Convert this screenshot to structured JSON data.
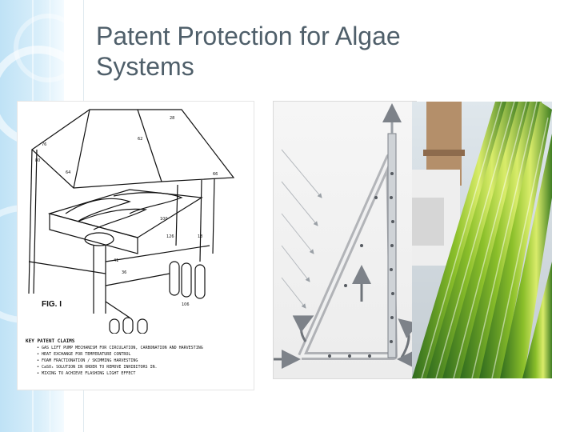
{
  "slide": {
    "title_line1": "Patent Protection for Algae",
    "title_line2": "Systems"
  },
  "patent_figure": {
    "fig_label": "FIG. I",
    "claims_header": "KEY PATENT CLAIMS",
    "claims": [
      "GAS LIFT PUMP MECHANISM FOR CIRCULATION, CARBONATION AND HARVESTING",
      "HEAT EXCHANGE FOR TEMPERATURE CONTROL",
      "FOAM FRACTIONATION / SKIMMING HARVESTING",
      "CaSO₄ SOLUTION IN ORDER TO REMOVE INHIBITORS IN.",
      "MIXING TO ACHIEVE FLASHING LIGHT EFFECT"
    ]
  },
  "colors": {
    "title": "#4f5f6a",
    "band_light": "#d8eefa",
    "band_dark": "#bfe2f6",
    "algae_green": "#8bbf2a",
    "algae_dark": "#2f6b1e"
  }
}
